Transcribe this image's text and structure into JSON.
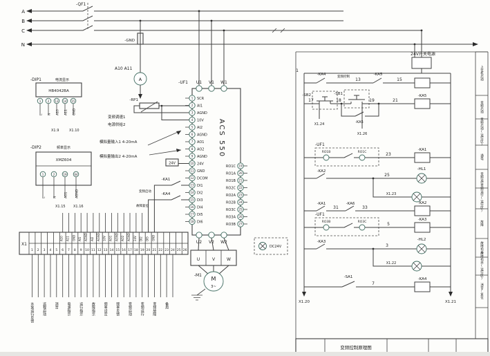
{
  "power": {
    "phases": [
      "A",
      "B",
      "C",
      "N"
    ],
    "breaker": "-QF1",
    "fuse": "-GND",
    "ct_wires": "A10 A11",
    "ammeter": "A",
    "psu_label": "24V开关电源",
    "rail_no": "1"
  },
  "dip1": {
    "ref": "-DIP1",
    "note": "电流显示",
    "model": "HB4042BA",
    "terms": [
      {
        "n": "1",
        "w": "L"
      },
      {
        "n": "2",
        "w": "N"
      },
      {
        "n": "13",
        "w": "A10"
      },
      {
        "n": "14",
        "w": "A11"
      },
      {
        "n": "15",
        "w": "GND"
      }
    ],
    "refs": [
      "X1.9",
      "X1.10"
    ]
  },
  "dip2": {
    "ref": "-DIP2",
    "note": "频率显示",
    "model": "XMZ604",
    "terms": [
      {
        "n": "1",
        "w": "L"
      },
      {
        "n": "2",
        "w": "N"
      },
      {
        "n": "19",
        "w": "AO1"
      },
      {
        "n": "64",
        "w": "AGND"
      }
    ],
    "refs": [
      "X1.15",
      "X1.16"
    ]
  },
  "analog": {
    "rp1": "-RP1",
    "speed_note": "变频调速1",
    "supply_note": "电源供给2",
    "ai_note": "模拟量输入1 4-20mA",
    "ao_note": "模拟量输出2 4-20mA",
    "v24_note": "24V"
  },
  "drive": {
    "ref": "-UF1",
    "model": "ACS 550",
    "inputs": [
      "U1",
      "V1",
      "W1"
    ],
    "outputs": [
      "U2",
      "V2",
      "W2"
    ],
    "left_terminals": [
      {
        "n": "1",
        "t": "SCR"
      },
      {
        "n": "2",
        "t": "AI1"
      },
      {
        "n": "3",
        "t": "AGND"
      },
      {
        "n": "4",
        "t": "10V"
      },
      {
        "n": "5",
        "t": "AI2"
      },
      {
        "n": "6",
        "t": "AGND"
      },
      {
        "n": "7",
        "t": "AO1"
      },
      {
        "n": "8",
        "t": "AO2"
      },
      {
        "n": "9",
        "t": "AGND"
      },
      {
        "n": "10",
        "t": "24V"
      },
      {
        "n": "11",
        "t": "GND"
      },
      {
        "n": "12",
        "t": "DCOM"
      },
      {
        "n": "13",
        "t": "DI1"
      },
      {
        "n": "14",
        "t": "DI2"
      },
      {
        "n": "15",
        "t": "DI3"
      },
      {
        "n": "16",
        "t": "DI4"
      },
      {
        "n": "17",
        "t": "DI5"
      },
      {
        "n": "18",
        "t": "DI6"
      }
    ],
    "relay_terminals": [
      {
        "n": "19",
        "t": "RO1C"
      },
      {
        "n": "20",
        "t": "RO1A"
      },
      {
        "n": "21",
        "t": "RO1B"
      },
      {
        "n": "22",
        "t": "RO2C"
      },
      {
        "n": "23",
        "t": "RO2A"
      },
      {
        "n": "24",
        "t": "RO2B"
      },
      {
        "n": "25",
        "t": "RO3C"
      },
      {
        "n": "26",
        "t": "RO3A"
      },
      {
        "n": "27",
        "t": "RO3B"
      }
    ],
    "di1_contact": {
      "ref": "-KA1",
      "note": "变频启动"
    },
    "di3_contact": {
      "ref": "-KA4",
      "note": "故障复位"
    }
  },
  "motor": {
    "ref": "-M1",
    "m": "M",
    "ph": "3~",
    "terms": [
      "U",
      "V",
      "W"
    ]
  },
  "x1": {
    "label": "X1",
    "numbers": [
      "1",
      "2",
      "3",
      "4",
      "5",
      "6",
      "7",
      "8",
      "9",
      "10",
      "11",
      "12",
      "13",
      "14",
      "15",
      "16",
      "17",
      "18",
      "19",
      "20",
      "21",
      "22",
      "23",
      "24",
      "25",
      "26"
    ],
    "signals": [
      "",
      "",
      "",
      "",
      "",
      "A10",
      "A11",
      "GND",
      "AI1",
      "AGND",
      "AI2",
      "AGND",
      "10V",
      "AO1",
      "AGND",
      "AO2",
      "AGND",
      "24V",
      "DI2",
      "DI5",
      "GND",
      "",
      "",
      "",
      "",
      ""
    ],
    "functions": [
      "水泵运行反馈",
      "远程启动",
      "消音",
      "电源指示",
      "运行指示",
      "故障指示",
      "频率设定",
      "频率反馈",
      "变频启动",
      "变频运行",
      "变频故障",
      "备用"
    ]
  },
  "ladder": {
    "r1": {
      "c1": "-KA4",
      "note": "变频控制",
      "w1": "13",
      "c2": "-KA5",
      "w2": "15"
    },
    "r2": {
      "w1": "17",
      "b1": "-SB2",
      "w2": "18",
      "b2": "-SB1",
      "w3": "19",
      "hold": "-KA5",
      "w4": "21",
      "coil": "-KA5",
      "ref1": "X1.24",
      "ref2": "X1.26"
    },
    "r3": {
      "box": "-UF1",
      "ta": "RO1B",
      "tb": "RO1C",
      "w": "23",
      "coil": "-KA1"
    },
    "r4": {
      "c1": "-KA2",
      "w": "25",
      "lamp": "-HL1",
      "ref": "X1.23"
    },
    "r5": {
      "c1": "-KA1",
      "w1": "31",
      "c2": "-KA6",
      "w2": "33",
      "coil": "-KA2"
    },
    "r6": {
      "box": "-UF1",
      "ta": "RO3B",
      "tb": "RO3C",
      "w": "5",
      "coil": "-KA3"
    },
    "r7": {
      "c1": "-KA3",
      "w": "3",
      "lamp": "-HL2",
      "ref": "X1.22"
    },
    "r8": {
      "sw": "-SA1",
      "w": "7",
      "coil": "-KA4"
    },
    "dc24": "DC24V",
    "rail_refs": [
      "X1.20",
      "X1.21"
    ]
  },
  "margin": {
    "labels": [
      "上位机启动",
      "变频启动",
      "变频启动(运行区)",
      "通电",
      "变频运行",
      "变频运行(运行区)",
      "故障",
      "故障指示",
      "故障指示(运行区)",
      "消音/复位"
    ]
  },
  "title_block": {
    "title": "变频控制原理图"
  }
}
